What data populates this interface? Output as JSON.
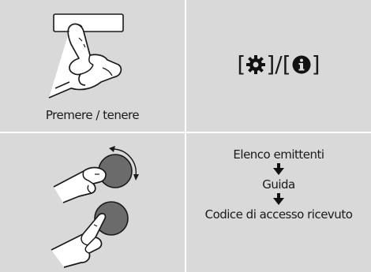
{
  "cells": {
    "press_hold": {
      "caption": "Premere / tenere",
      "icon": "hand-pressing-button-icon"
    },
    "buttons": {
      "open_bracket_1": "[",
      "close_bracket_1": "]",
      "separator": "/",
      "open_bracket_2": "[",
      "close_bracket_2": "]",
      "settings_icon": "gear-icon",
      "info_icon": "info-icon"
    },
    "knob": {
      "icon_rotate": "hand-rotating-knob-icon",
      "icon_press": "hand-pressing-knob-icon"
    },
    "steps": {
      "items": [
        "Elenco emittenti",
        "Guida",
        "Codice di accesso ricevuto"
      ],
      "arrow_icon": "arrow-down-icon"
    }
  },
  "colors": {
    "cell_background": "#d9d9d9",
    "knob_fill": "#6b6b6b",
    "text": "#1a1a1a"
  }
}
